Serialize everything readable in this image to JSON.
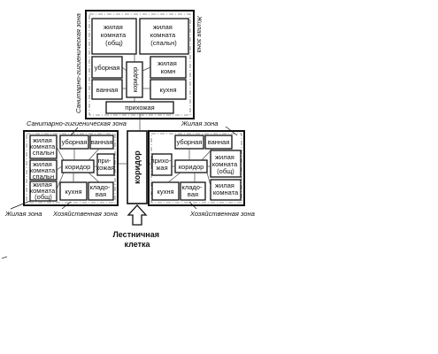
{
  "zones": {
    "sanitary_top": "Санитарно-гигиеническая зона",
    "living_top": "Жилая зона",
    "sanitary_left": "Санитарно-гигиеническая зона",
    "living_right_top": "Жилая зона",
    "living_left_bottom": "Жилая зона",
    "household_left": "Хозяйственная зона",
    "household_right": "Хозяйственная зона"
  },
  "top_apartment": {
    "living_common": [
      "жилая",
      "комната",
      "(общ)"
    ],
    "living_bedroom": [
      "жилая",
      "комната",
      "(спальн)"
    ],
    "toilet": "уборная",
    "bath": "ванная",
    "corridor": "коридор",
    "living_room": [
      "жилая",
      "комн"
    ],
    "kitchen": "кухня",
    "hall": "прихожая"
  },
  "left_apartment": {
    "living_bedroom_1": [
      "жилая",
      "комната",
      "спальн"
    ],
    "living_bedroom_2": [
      "жилая",
      "комната",
      "спальн"
    ],
    "living_common": [
      "жилая",
      "комната",
      "(общ)"
    ],
    "toilet": "уборная",
    "bath": "ванная",
    "corridor": "коридор",
    "hall": [
      "при-",
      "хожая"
    ],
    "kitchen": "кухня",
    "pantry": [
      "кладо-",
      "вая"
    ]
  },
  "right_apartment": {
    "hall": [
      "прихо-",
      "жая"
    ],
    "toilet": "уборная",
    "bath": "ванная",
    "corridor": "коридор",
    "living_common": [
      "жилая",
      "комната",
      "(общ)"
    ],
    "kitchen": "кухня",
    "pantry": [
      "кладо-",
      "вая"
    ],
    "living_room": [
      "жилая",
      "комната"
    ]
  },
  "central_corridor": "коридор",
  "staircase": [
    "Лестничная",
    "клетка"
  ]
}
